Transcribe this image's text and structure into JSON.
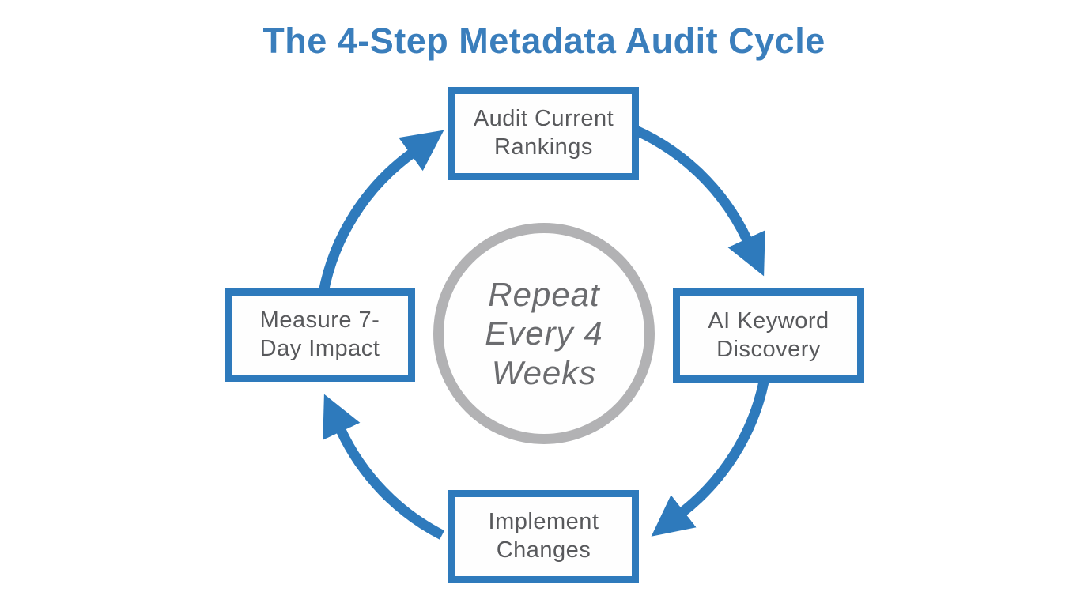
{
  "title": "The 4-Step Metadata Audit Cycle",
  "center": {
    "label": "Repeat\nEvery 4\nWeeks"
  },
  "steps": [
    {
      "id": "audit-current-rankings",
      "position": "top",
      "label": "Audit Current\nRankings"
    },
    {
      "id": "ai-keyword-discovery",
      "position": "right",
      "label": "AI Keyword\nDiscovery"
    },
    {
      "id": "implement-changes",
      "position": "bottom",
      "label": "Implement\nChanges"
    },
    {
      "id": "measure-7-day-impact",
      "position": "left",
      "label": "Measure 7-\nDay Impact"
    }
  ],
  "colors": {
    "accent_blue": "#2e7abc",
    "title_blue": "#3a7ebc",
    "ring_gray": "#b2b2b4",
    "text_gray": "#58595c",
    "center_text_gray": "#6b6c6f"
  }
}
